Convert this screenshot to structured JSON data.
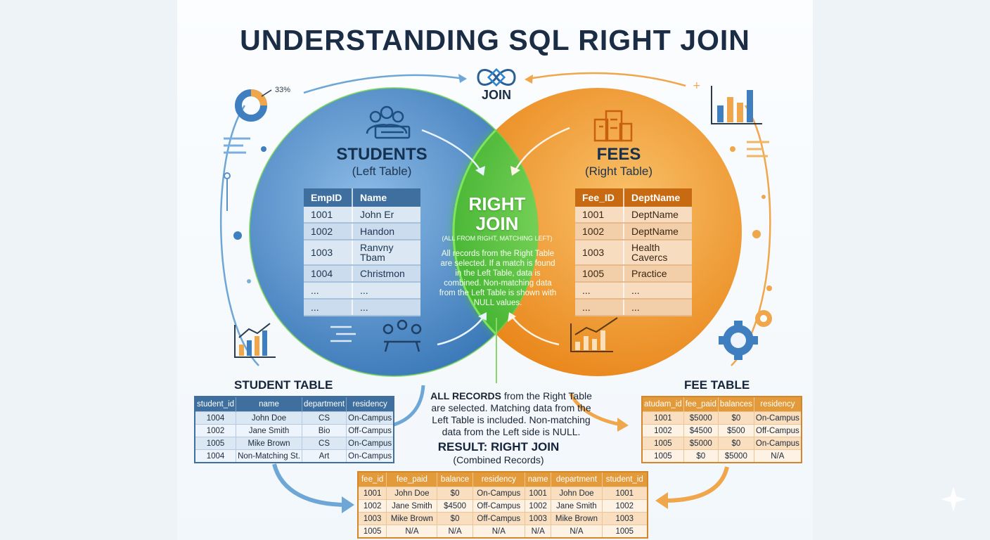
{
  "title": "UNDERSTANDING SQL RIGHT JOIN",
  "join_label": "JOIN",
  "donut_percent": "33%",
  "colors": {
    "left": "#3f7fc0",
    "right": "#ef8f1f",
    "overlap": "#5cc63e",
    "title": "#1b2d45"
  },
  "icons": [
    "infinity-join-icon",
    "donut-chart-icon",
    "bar-chart-icon",
    "people-card-icon",
    "building-icon",
    "meeting-icon",
    "line-chart-icon",
    "gear-icon"
  ],
  "left": {
    "title": "STUDENTS",
    "subtitle": "(Left Table)",
    "columns": [
      "EmpID",
      "Name"
    ],
    "rows": [
      [
        "1001",
        "John Er"
      ],
      [
        "1002",
        "Handon"
      ],
      [
        "1003",
        "Ranvny Tbam"
      ],
      [
        "1004",
        "Christmon"
      ],
      [
        "...",
        "..."
      ],
      [
        "...",
        "..."
      ]
    ]
  },
  "right": {
    "title": "FEES",
    "subtitle": "(Right Table)",
    "columns": [
      "Fee_ID",
      "DeptName"
    ],
    "rows": [
      [
        "1001",
        "DeptName"
      ],
      [
        "1002",
        "DeptName"
      ],
      [
        "1003",
        "Health Cavercs"
      ],
      [
        "1005",
        "Practice"
      ],
      [
        "...",
        "..."
      ],
      [
        "...",
        "..."
      ]
    ]
  },
  "center": {
    "title_line1": "RIGHT",
    "title_line2": "JOIN",
    "subtitle": "(ALL FROM RIGHT, MATCHING LEFT)",
    "description": "All records from the Right Table are selected. If a match is found in the Left Table, data is combined. Non-matching data from the Left Table is shown with NULL values."
  },
  "student_table": {
    "label": "STUDENT TABLE",
    "columns": [
      "student_id",
      "name",
      "department",
      "residency"
    ],
    "rows": [
      [
        "1004",
        "John Doe",
        "CS",
        "On-Campus"
      ],
      [
        "1002",
        "Jane Smith",
        "Bio",
        "Off-Campus"
      ],
      [
        "1005",
        "Mike Brown",
        "CS",
        "On-Campus"
      ],
      [
        "1004",
        "Non-Matching St.",
        "Art",
        "On-Campus"
      ]
    ]
  },
  "fee_table": {
    "label": "FEE TABLE",
    "columns": [
      "atudam_id",
      "fee_paid",
      "balances",
      "residency"
    ],
    "rows": [
      [
        "1001",
        "$5000",
        "$0",
        "On-Campus"
      ],
      [
        "1002",
        "$4500",
        "$500",
        "Off-Campus"
      ],
      [
        "1005",
        "$5000",
        "$0",
        "On-Campus"
      ],
      [
        "1005",
        "$0",
        "$5000",
        "N/A"
      ]
    ]
  },
  "middle": {
    "desc_bold": "ALL RECORDS",
    "desc_rest": " from the Right Table are selected. Matching data from the Left Table is included. Non-matching data from the Left side is NULL."
  },
  "result": {
    "title": "RESULT: RIGHT JOIN",
    "subtitle": "(Combined Records)",
    "columns": [
      "fee_id",
      "fee_paid",
      "balance",
      "residency",
      "name",
      "department",
      "student_id"
    ],
    "rows": [
      [
        "1001",
        "John Doe",
        "$0",
        "On-Campus",
        "1001",
        "John Doe",
        "1001"
      ],
      [
        "1002",
        "Jane Smith",
        "$4500",
        "Off-Campus",
        "1002",
        "Jane Smith",
        "1002"
      ],
      [
        "1003",
        "Mike Brown",
        "$0",
        "Off-Campus",
        "1003",
        "Mike Brown",
        "1003"
      ],
      [
        "1005",
        "N/A",
        "N/A",
        "N/A",
        "N/A",
        "N/A",
        "1005"
      ]
    ]
  }
}
